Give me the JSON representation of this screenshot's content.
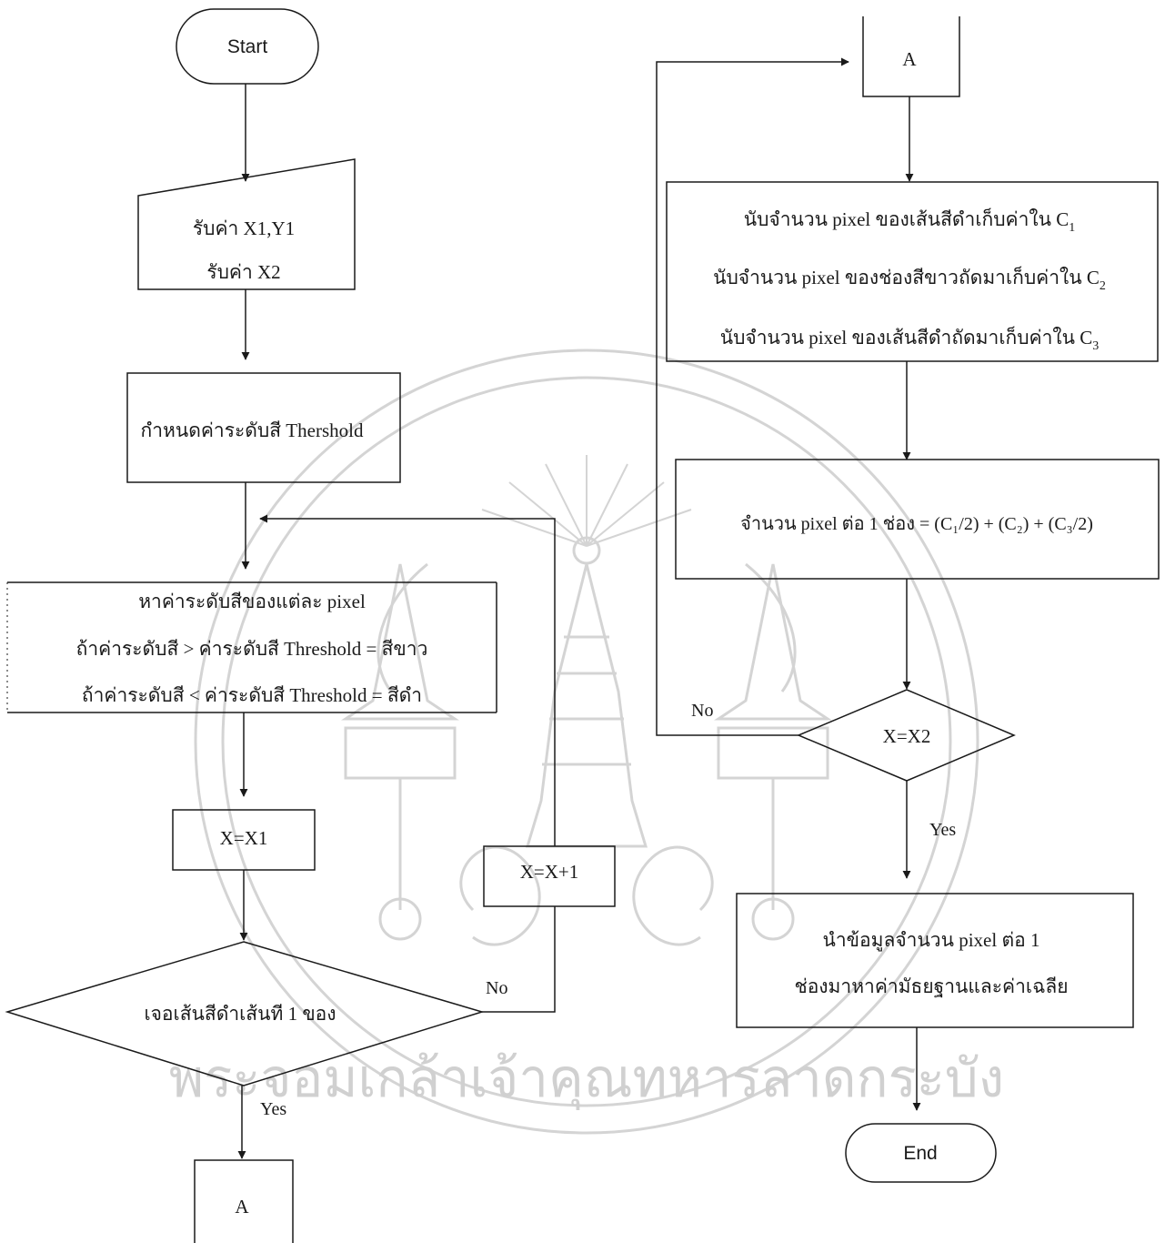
{
  "flowchart": {
    "start_label": "Start",
    "input_line1": "รับค่า X1,Y1",
    "input_line2": "รับค่า X2",
    "threshold_label": "กำหนดค่าระดับสี Thershold",
    "pixel_line1": "หาค่าระดับสีของแต่ละ pixel",
    "pixel_line2": "ถ้าค่าระดับสี > ค่าระดับสี Threshold = สีขาว",
    "pixel_line3": "ถ้าค่าระดับสี < ค่าระดับสี Threshold = สีดำ",
    "assign_x_label": "X=X1",
    "increment_label": "X=X+1",
    "decision1_label": "เจอเส้นสีดำเส้นที 1 ของ",
    "decision1_no": "No",
    "decision1_yes": "Yes",
    "connector_bottom_label": "A",
    "connector_top_label": "A",
    "count_line1": "นับจำนวน pixel ของเส้นสีดำเก็บค่าใน C",
    "count_line1_sub": "1",
    "count_line2": "นับจำนวน pixel ของช่องสีขาวถัดมาเก็บค่าใน C",
    "count_line2_sub": "2",
    "count_line3": "นับจำนวน pixel ของเส้นสีดำถัดมาเก็บค่าใน C",
    "count_line3_sub": "3",
    "formula_text": "จำนวน pixel ต่อ 1 ช่อง  =  (C₁/2) + (C₂) + (C₃/2)",
    "decision2_label": "X=X2",
    "decision2_no": "No",
    "decision2_yes": "Yes",
    "result_line1": "นำข้อมูลจำนวน pixel ต่อ 1",
    "result_line2": "ช่องมาหาค่ามัธยฐานและค่าเฉลีย",
    "end_label": "End"
  },
  "watermark": {
    "text": "พระจอมเกล้าเจ้าคุณทหารลาดกระบัง",
    "color": "#cfcfcf"
  },
  "colors": {
    "stroke": "#1a1a1a",
    "background": "#ffffff"
  }
}
